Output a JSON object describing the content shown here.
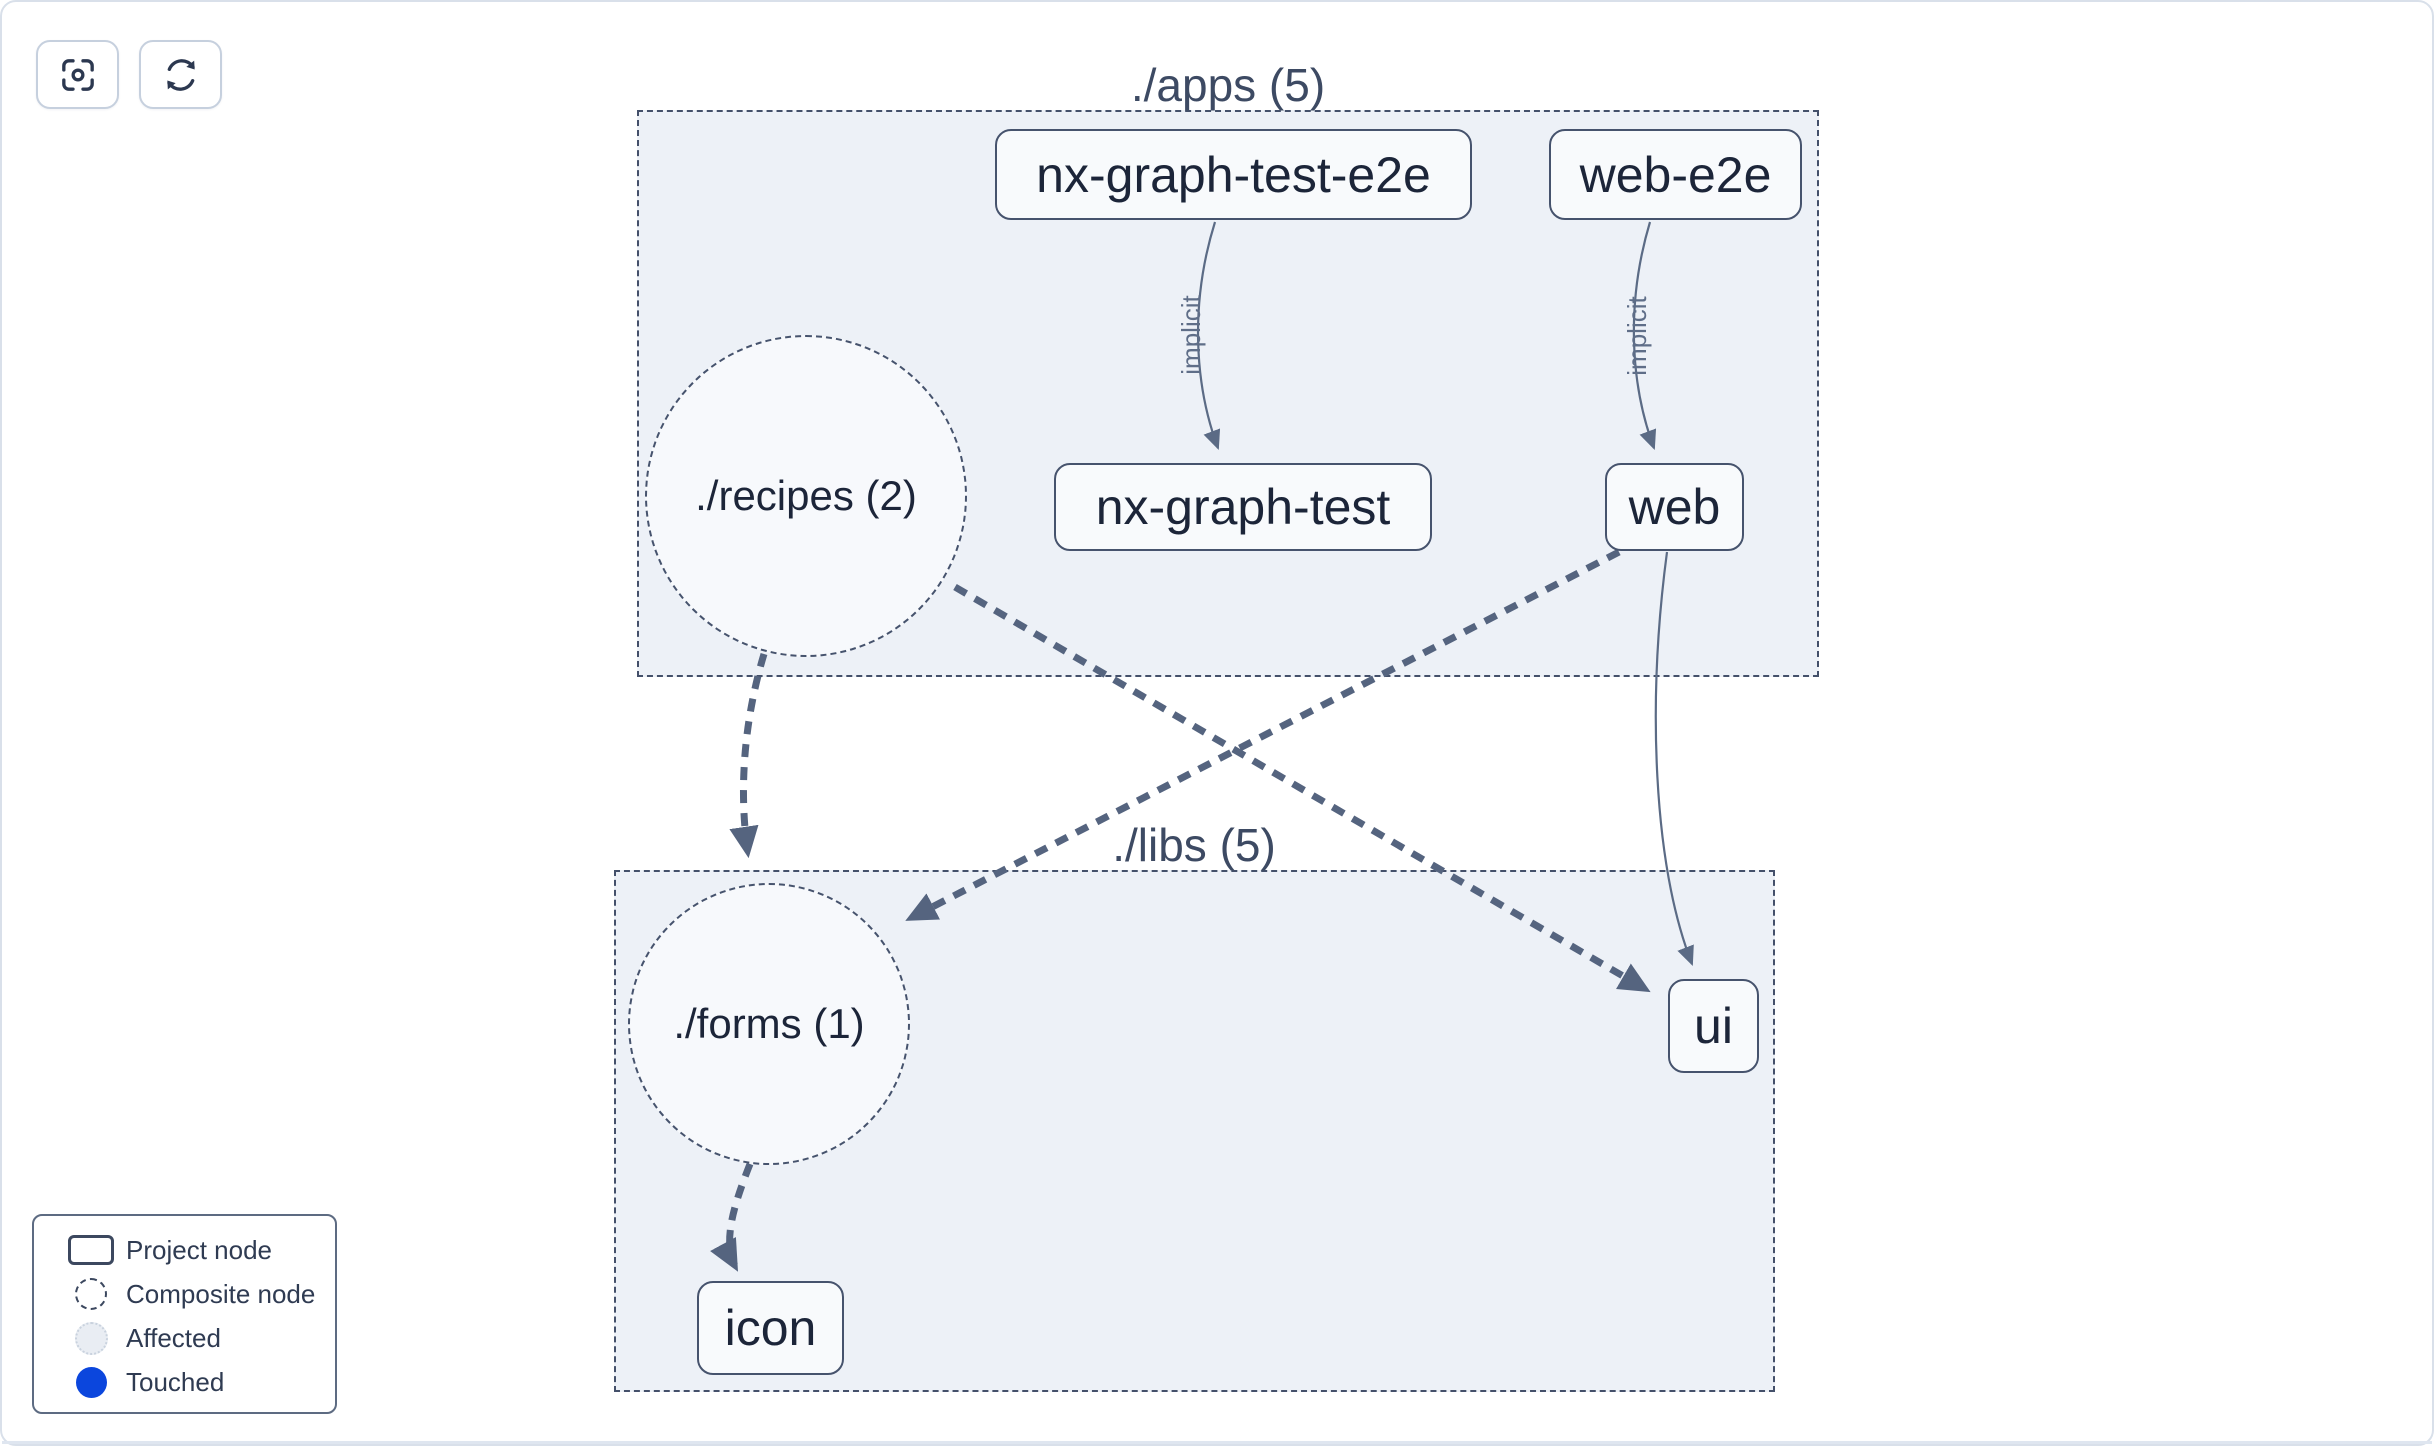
{
  "toolbar": {
    "focus_button": {
      "icon": "focus-crosshair-icon"
    },
    "refresh_button": {
      "icon": "refresh-sync-icon"
    }
  },
  "graph": {
    "groups": [
      {
        "id": "apps",
        "label": "./apps (5)"
      },
      {
        "id": "libs",
        "label": "./libs (5)"
      }
    ],
    "nodes": [
      {
        "label": "nx-graph-test-e2e",
        "type": "project",
        "group": "apps"
      },
      {
        "label": "web-e2e",
        "type": "project",
        "group": "apps"
      },
      {
        "label": "./recipes (2)",
        "type": "composite",
        "group": "apps"
      },
      {
        "label": "nx-graph-test",
        "type": "project",
        "group": "apps"
      },
      {
        "label": "web",
        "type": "project",
        "group": "apps"
      },
      {
        "label": "./forms (1)",
        "type": "composite",
        "group": "libs"
      },
      {
        "label": "ui",
        "type": "project",
        "group": "libs"
      },
      {
        "label": "icon",
        "type": "project",
        "group": "libs"
      }
    ],
    "edges": [
      {
        "from": "nx-graph-test-e2e",
        "to": "nx-graph-test",
        "label": "implicit",
        "style": "solid-thin"
      },
      {
        "from": "web-e2e",
        "to": "web",
        "label": "implicit",
        "style": "solid-thin"
      },
      {
        "from": "./recipes (2)",
        "to": "./forms (1)",
        "label": "",
        "style": "thick-dashed"
      },
      {
        "from": "./recipes (2)",
        "to": "ui",
        "label": "",
        "style": "thick-dashed"
      },
      {
        "from": "web",
        "to": "./forms (1)",
        "label": "",
        "style": "thick-dashed"
      },
      {
        "from": "web",
        "to": "ui",
        "label": "",
        "style": "solid-thin"
      },
      {
        "from": "./forms (1)",
        "to": "icon",
        "label": "",
        "style": "thick-dashed"
      }
    ]
  },
  "legend": {
    "items": [
      {
        "label": "Project node",
        "swatch": "project-rect"
      },
      {
        "label": "Composite node",
        "swatch": "dashed-circle"
      },
      {
        "label": "Affected",
        "swatch": "affected-circle"
      },
      {
        "label": "Touched",
        "swatch": "touched-circle"
      }
    ]
  },
  "colors": {
    "group_fill": "#edf1f7",
    "group_border": "#44506a",
    "node_fill": "#f8fafc",
    "node_border": "#46536d",
    "node_text": "#1c2539",
    "edge": "#55647f",
    "edge_label": "#5f6e88",
    "affected_fill": "#e9edf3",
    "touched_blue": "#0b46dd",
    "canvas_border": "#d9e0ea"
  }
}
